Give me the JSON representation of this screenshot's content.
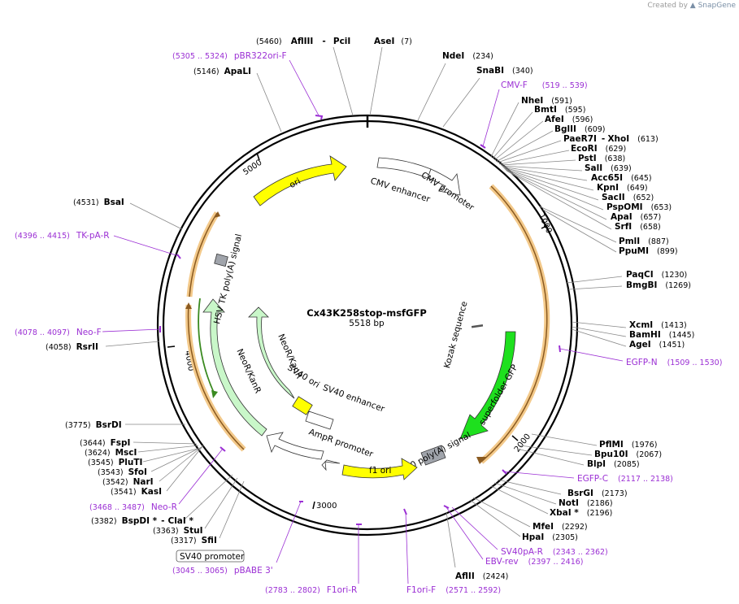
{
  "header": {
    "watermark_prefix": "Created by",
    "watermark_brand": "SnapGene"
  },
  "plasmid": {
    "name": "Cx43K258stop-msfGFP",
    "length": "5518 bp"
  },
  "ticks": [
    "1000",
    "2000",
    "3000",
    "4000",
    "5000"
  ],
  "enzymes": [
    {
      "name": "AflIII",
      "pos": "(5460)",
      "name2": "PciI"
    },
    {
      "name": "AseI",
      "pos": "(7)"
    },
    {
      "name": "NdeI",
      "pos": "(234)"
    },
    {
      "name": "SnaBI",
      "pos": "(340)"
    },
    {
      "name": "NheI",
      "pos": "(591)"
    },
    {
      "name": "BmtI",
      "pos": "(595)"
    },
    {
      "name": "AfeI",
      "pos": "(596)"
    },
    {
      "name": "BglII",
      "pos": "(609)"
    },
    {
      "name": "PaeR7I",
      "pos": "(613)",
      "name2": "XhoI"
    },
    {
      "name": "EcoRI",
      "pos": "(629)"
    },
    {
      "name": "PstI",
      "pos": "(638)"
    },
    {
      "name": "SalI",
      "pos": "(639)"
    },
    {
      "name": "Acc65I",
      "pos": "(645)"
    },
    {
      "name": "KpnI",
      "pos": "(649)"
    },
    {
      "name": "SacII",
      "pos": "(652)"
    },
    {
      "name": "PspOMI",
      "pos": "(653)"
    },
    {
      "name": "ApaI",
      "pos": "(657)"
    },
    {
      "name": "SrfI",
      "pos": "(658)"
    },
    {
      "name": "PmlI",
      "pos": "(887)"
    },
    {
      "name": "PpuMI",
      "pos": "(899)"
    },
    {
      "name": "PaqCI",
      "pos": "(1230)"
    },
    {
      "name": "BmgBI",
      "pos": "(1269)"
    },
    {
      "name": "XcmI",
      "pos": "(1413)"
    },
    {
      "name": "BamHI",
      "pos": "(1445)"
    },
    {
      "name": "AgeI",
      "pos": "(1451)"
    },
    {
      "name": "PflMI",
      "pos": "(1976)"
    },
    {
      "name": "Bpu10I",
      "pos": "(2067)"
    },
    {
      "name": "BlpI",
      "pos": "(2085)"
    },
    {
      "name": "BsrGI",
      "pos": "(2173)"
    },
    {
      "name": "NotI",
      "pos": "(2186)"
    },
    {
      "name": "XbaI *",
      "pos": "(2196)"
    },
    {
      "name": "MfeI",
      "pos": "(2292)"
    },
    {
      "name": "HpaI",
      "pos": "(2305)"
    },
    {
      "name": "AflII",
      "pos": "(2424)"
    },
    {
      "name": "SfiI",
      "pos": "(3317)"
    },
    {
      "name": "StuI",
      "pos": "(3363)"
    },
    {
      "name": "BspDI *",
      "pos": "(3382)",
      "name2": "ClaI *"
    },
    {
      "name": "KasI",
      "pos": "(3541)"
    },
    {
      "name": "NarI",
      "pos": "(3542)"
    },
    {
      "name": "SfoI",
      "pos": "(3543)"
    },
    {
      "name": "PluTI",
      "pos": "(3545)"
    },
    {
      "name": "MscI",
      "pos": "(3624)"
    },
    {
      "name": "FspI",
      "pos": "(3644)"
    },
    {
      "name": "BsrDI",
      "pos": "(3775)"
    },
    {
      "name": "RsrII",
      "pos": "(4058)"
    },
    {
      "name": "BsaI",
      "pos": "(4531)"
    },
    {
      "name": "ApaLI",
      "pos": "(5146)"
    }
  ],
  "primers": [
    {
      "name": "pBR322ori-F",
      "pos": "(5305 .. 5324)"
    },
    {
      "name": "CMV-F",
      "pos": "(519 .. 539)"
    },
    {
      "name": "EGFP-N",
      "pos": "(1509 .. 1530)"
    },
    {
      "name": "EGFP-C",
      "pos": "(2117 .. 2138)"
    },
    {
      "name": "SV40pA-R",
      "pos": "(2343 .. 2362)"
    },
    {
      "name": "EBV-rev",
      "pos": "(2397 .. 2416)"
    },
    {
      "name": "F1ori-F",
      "pos": "(2571 .. 2592)"
    },
    {
      "name": "F1ori-R",
      "pos": "(2783 .. 2802)"
    },
    {
      "name": "pBABE 3'",
      "pos": "(3045 .. 3065)"
    },
    {
      "name": "Neo-R",
      "pos": "(3468 .. 3487)"
    },
    {
      "name": "Neo-F",
      "pos": "(4078 .. 4097)"
    },
    {
      "name": "TK-pA-R",
      "pos": "(4396 .. 4415)"
    }
  ],
  "features": {
    "cmv_enhancer": "CMV enhancer",
    "cmv_promoter": "CMV promoter",
    "kozak": "Kozak sequence",
    "gfp": "superfolder GFP",
    "sv40_polya": "SV40 poly(A) signal",
    "f1_ori": "f1 ori",
    "ampr_promoter": "AmpR promoter",
    "sv40_ori": "SV40 ori",
    "sv40_enhancer": "SV40 enhancer",
    "neokan_inner": "NeoR/KanR",
    "neokan_outer": "NeoR/KanR",
    "hsv_tk": "HSV TK poly(A) signal",
    "ori": "ori",
    "sv40_promoter_box": "SV40 promoter"
  },
  "colors": {
    "primer": "#9b2fd4",
    "gfp": "#1ee01e",
    "ori": "#ffff00",
    "neokan": "#c9f7c9",
    "grey_feature": "#a0a4ab",
    "orf": "#f3c98a"
  }
}
